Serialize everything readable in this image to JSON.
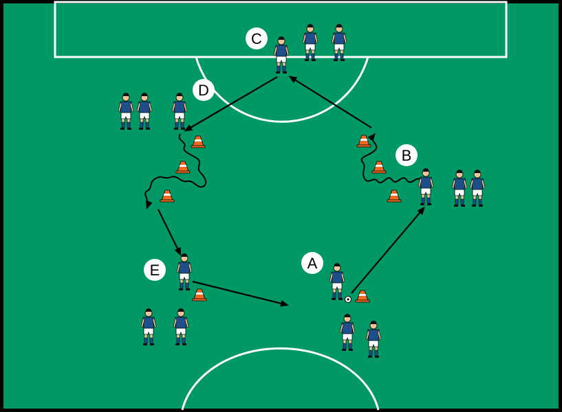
{
  "colors": {
    "pitch": "#009966",
    "line": "#ffffff",
    "border": "#000000",
    "jersey": "#1f4f8a",
    "shorts": "#ffffff",
    "skin": "#f2c49b",
    "cone": "#f26a22",
    "arrow": "#000000"
  },
  "stations": [
    {
      "id": "C",
      "label": "C"
    },
    {
      "id": "D",
      "label": "D"
    },
    {
      "id": "B",
      "label": "B"
    },
    {
      "id": "E",
      "label": "E"
    },
    {
      "id": "A",
      "label": "A"
    }
  ],
  "icons": {
    "player": "player-icon",
    "cone": "cone-icon",
    "ball": "ball-icon"
  }
}
